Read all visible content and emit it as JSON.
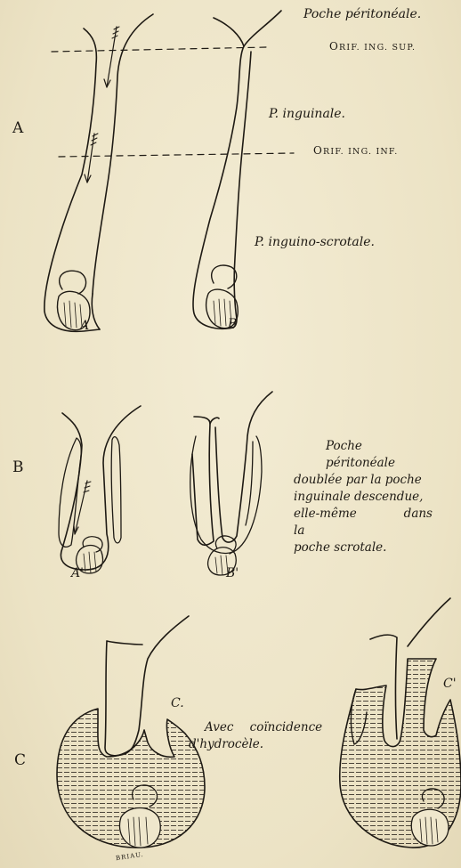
{
  "labels": {
    "poche_peritoneale": "Poche péritonéale.",
    "orif_sup_cap": "O",
    "orif_sup_rest": "RIF. ING. SUP.",
    "p_inguinale": "P. inguinale.",
    "orif_inf_cap": "O",
    "orif_inf_rest": "RIF. ING. INF.",
    "p_inguino_scrotale": "P. inguino-scrotale."
  },
  "rows": {
    "a": "A",
    "b": "B",
    "c": "C"
  },
  "figures": {
    "a": "A",
    "b": "B",
    "a_prime": "A'",
    "b_prime": "B'",
    "c": "C.",
    "c_prime": "C'"
  },
  "row_b_text": [
    "Poche péritonéale",
    "doublée par la poche",
    "inguinale descendue,",
    "elle-même dans la",
    "poche scrotale."
  ],
  "row_c_text": [
    "Avec coïncidence",
    "d'hydrocèle."
  ],
  "signature": "BRIAU."
}
